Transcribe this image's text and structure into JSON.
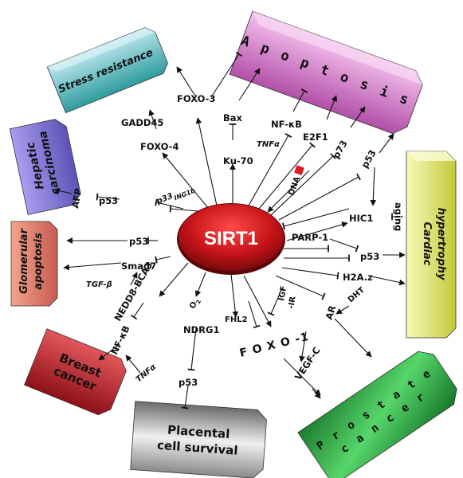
{
  "center": {
    "label": "SIRT1",
    "color": "#c8141a"
  },
  "boxes": {
    "stress": {
      "label": "Stress resistance",
      "color": "#3fb6b6"
    },
    "apoptosis": {
      "label": "A p o p t o s i s",
      "color": "#d97ad2"
    },
    "cardiac": {
      "label1": "Cardiac",
      "label2": "hypertrophy",
      "color": "#e6ec6a"
    },
    "prostate": {
      "label1": "P r o s t a t e",
      "label2": "c a n c e r",
      "color": "#2aa64a"
    },
    "placental": {
      "label1": "Placental",
      "label2": "cell survival",
      "color": "#b4b4b4"
    },
    "breast": {
      "label1": "Breast",
      "label2": "cancer",
      "color": "#c2222a"
    },
    "glomerular": {
      "label1": "Glomerular",
      "label2": "apoptosis",
      "color": "#e0786e"
    },
    "hepatic": {
      "label1": "Hepatic",
      "label2": "carcinoma",
      "color": "#7b6fd0"
    }
  },
  "nodes": {
    "gadd45": "GADD45",
    "foxo3": "FOXO-3",
    "foxo4": "FOXO-4",
    "bax": "Bax",
    "ku70": "Ku-70",
    "nfkb_top": "NF-κB",
    "tnfa_top": "TNFα",
    "e2f1": "E2F1",
    "dna": "DNA",
    "p73": "p73",
    "p53_top": "p53",
    "hic1": "HIC1",
    "aging": "aging",
    "afp": "AFP",
    "p53_hep": "p53",
    "p33": "p33",
    "p33_sup": "ING1b",
    "p53_glom": "p53",
    "smad7": "Smad7",
    "tgfb": "TGF-β",
    "nedd8": "NEDD8-BCA3",
    "nfkb_br": "NF-κB",
    "tnfa_br": "TNFα",
    "o2": "O",
    "o2_sub": "2",
    "ndrg1": "NDRG1",
    "p53_pl": "p53",
    "fhl2": "FHL2",
    "foxo1": "F O X O -1",
    "igf": "IGF",
    "igf_ir": "-IR",
    "vegfc": "VEGF-C",
    "parp1": "PARP-1",
    "p53_card": "p53",
    "h2az": "H2A.z",
    "dht": "DHT",
    "ar": "AR"
  }
}
